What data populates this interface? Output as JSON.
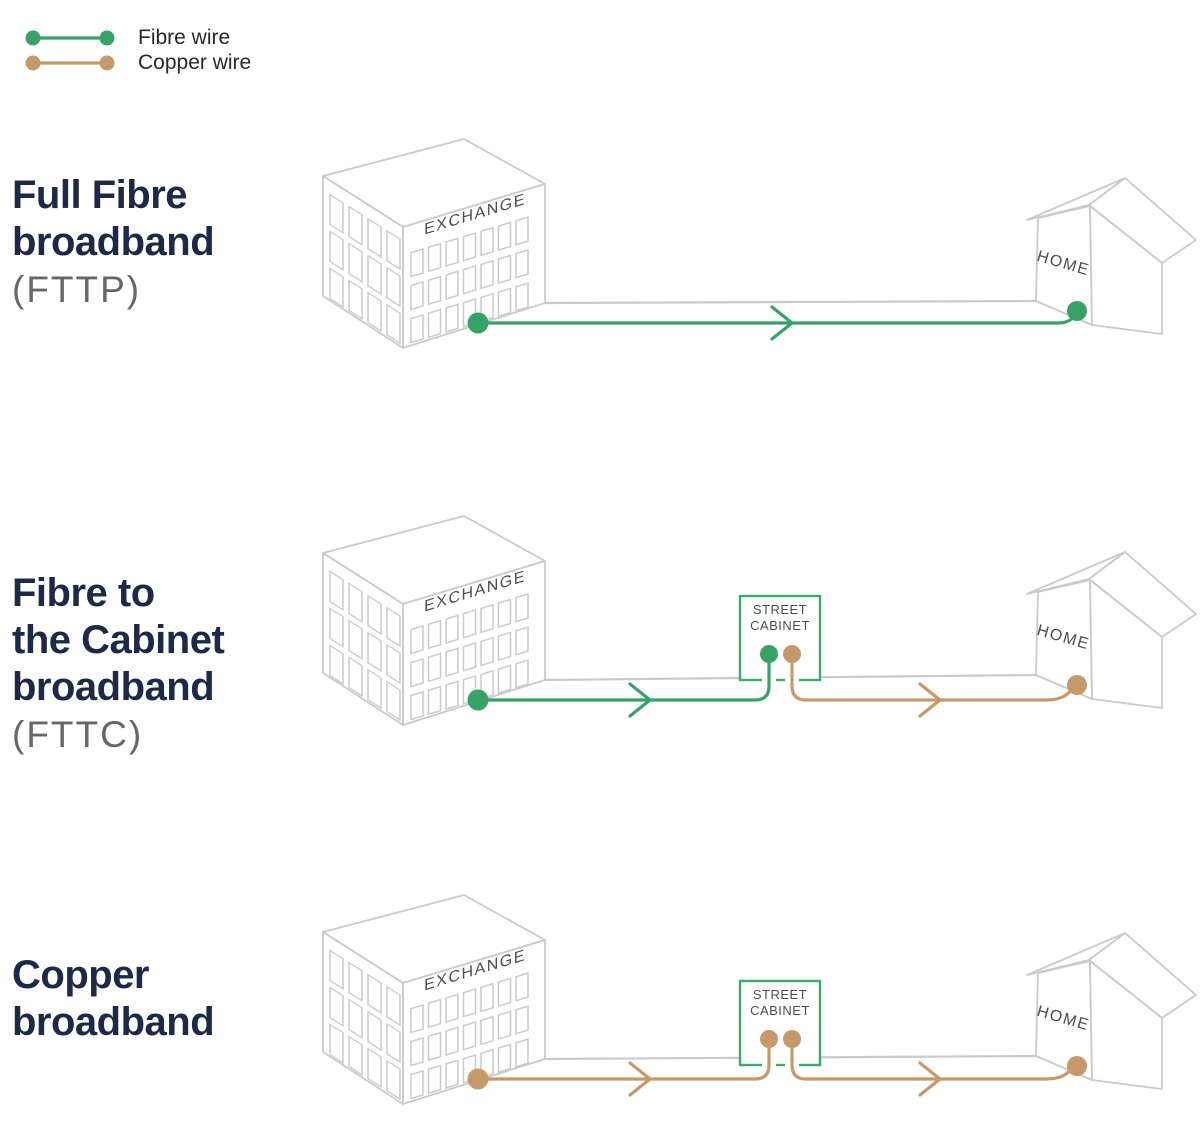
{
  "legend": {
    "items": [
      {
        "label": "Fibre wire",
        "type": "fibre"
      },
      {
        "label": "Copper wire",
        "type": "copper"
      }
    ]
  },
  "colors": {
    "fibre": "#36A266",
    "copper": "#C6996A",
    "outline": "#C8CBCA",
    "cabinet_border": "#3CAC6E",
    "title": "#1C2A48",
    "subtitle": "#64686B",
    "label": "#4B4E50",
    "legend_text": "#26282A"
  },
  "rows": [
    {
      "id": "fttp",
      "title_lines": [
        "Full Fibre",
        "broadband"
      ],
      "subtitle": "(FTTP)",
      "exchange_label": "EXCHANGE",
      "home_label": "HOME",
      "wires": [
        {
          "type": "fibre",
          "from": "exchange",
          "to": "home"
        }
      ]
    },
    {
      "id": "fttc",
      "title_lines": [
        "Fibre to",
        "the Cabinet",
        "broadband"
      ],
      "subtitle": "(FTTC)",
      "exchange_label": "EXCHANGE",
      "home_label": "HOME",
      "cabinet_label_lines": [
        "STREET",
        "CABINET"
      ],
      "wires": [
        {
          "type": "fibre",
          "from": "exchange",
          "to": "cabinet"
        },
        {
          "type": "copper",
          "from": "cabinet",
          "to": "home"
        }
      ]
    },
    {
      "id": "copper",
      "title_lines": [
        "Copper",
        "broadband"
      ],
      "subtitle": "",
      "exchange_label": "EXCHANGE",
      "home_label": "HOME",
      "cabinet_label_lines": [
        "STREET",
        "CABINET"
      ],
      "wires": [
        {
          "type": "copper",
          "from": "exchange",
          "to": "cabinet"
        },
        {
          "type": "copper",
          "from": "cabinet",
          "to": "home"
        }
      ]
    }
  ]
}
